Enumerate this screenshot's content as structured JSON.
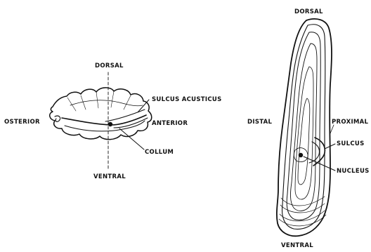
{
  "left_figure": {
    "dorsal": "DORSAL",
    "ventral": "VENTRAL",
    "posterior": "OSTERIOR",
    "anterior": "ANTERIOR",
    "sulcus_acusticus": "SULCUS ACUSTICUS",
    "collum": "COLLUM"
  },
  "right_figure": {
    "dorsal": "DORSAL",
    "ventral": "VENTRAL",
    "distal": "DISTAL",
    "proximal": "PROXIMAL",
    "sulcus": "SULCUS",
    "nucleus": "NUCLEUS"
  },
  "colors": {
    "ink": "#111111",
    "background": "#ffffff"
  }
}
